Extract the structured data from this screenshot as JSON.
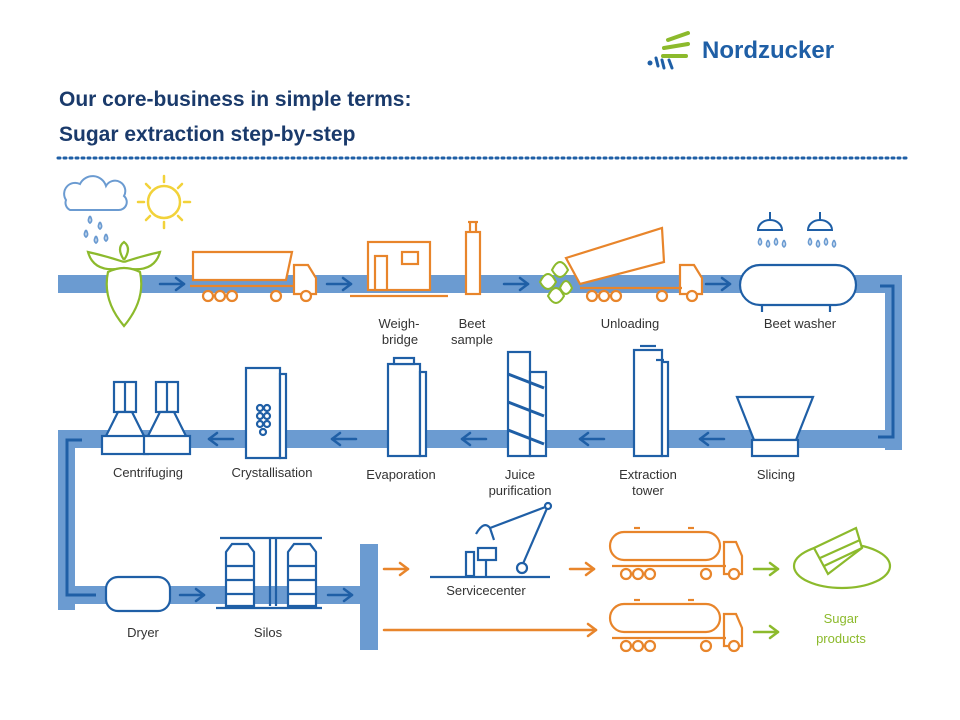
{
  "brand": {
    "name": "Nordzucker"
  },
  "title": {
    "line1": "Our core-business in simple terms:",
    "line2": "Sugar extraction step-by-step"
  },
  "steps": {
    "weighbridge": [
      "Weigh-",
      "bridge"
    ],
    "beet_sample": [
      "Beet",
      "sample"
    ],
    "unloading": "Unloading",
    "beet_washer": "Beet washer",
    "slicing": "Slicing",
    "extraction_tower": [
      "Extraction",
      "tower"
    ],
    "juice_purification": [
      "Juice",
      "purification"
    ],
    "evaporation": "Evaporation",
    "crystallisation": "Crystallisation",
    "centrifuging": "Centrifuging",
    "dryer": "Dryer",
    "silos": "Silos",
    "servicecenter": "Servicecenter",
    "sugar_products": [
      "Sugar",
      "products"
    ]
  },
  "colors": {
    "pipe": "#6b9bd1",
    "arrow_blue": "#1f5fa6",
    "orange": "#e8852b",
    "green": "#8cba2c",
    "title": "#1a3a6b"
  }
}
